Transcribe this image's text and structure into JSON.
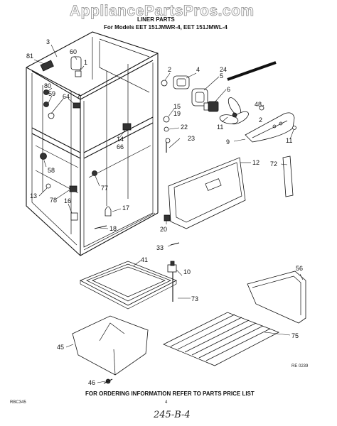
{
  "watermark": "AppliancePartsPros.com",
  "header": {
    "title": "LINER PARTS",
    "models": "For Models EET 151JMWR-4, EET 151JMWL-4"
  },
  "labels": {
    "p3": "3",
    "p81": "81",
    "p60": "60",
    "p1": "1",
    "p80": "80",
    "p59": "59",
    "p64": "64",
    "p7": "7",
    "p58": "58",
    "p13": "13",
    "p78": "78",
    "p16": "16",
    "p77": "77",
    "p14": "14",
    "p66": "66",
    "p17": "17",
    "p18": "18",
    "p2a": "2",
    "p4": "4",
    "p24": "24",
    "p5": "5",
    "p6": "6",
    "p15": "15",
    "p19": "19",
    "p22": "22",
    "p23": "23",
    "p48": "48",
    "p2b": "2",
    "p11a": "11",
    "p9": "9",
    "p11b": "11",
    "p12": "12",
    "p72": "72",
    "p20": "20",
    "p33": "33",
    "p41": "41",
    "p10": "10",
    "p73": "73",
    "p56": "56",
    "p45": "45",
    "p75": "75",
    "p46": "46"
  },
  "footer": {
    "ordering_note": "FOR ORDERING INFORMATION REFER TO PARTS PRICE LIST",
    "page_number": "4",
    "left_code": "RBC345",
    "right_code": "RE 0239",
    "handwritten": "245-B-4"
  }
}
